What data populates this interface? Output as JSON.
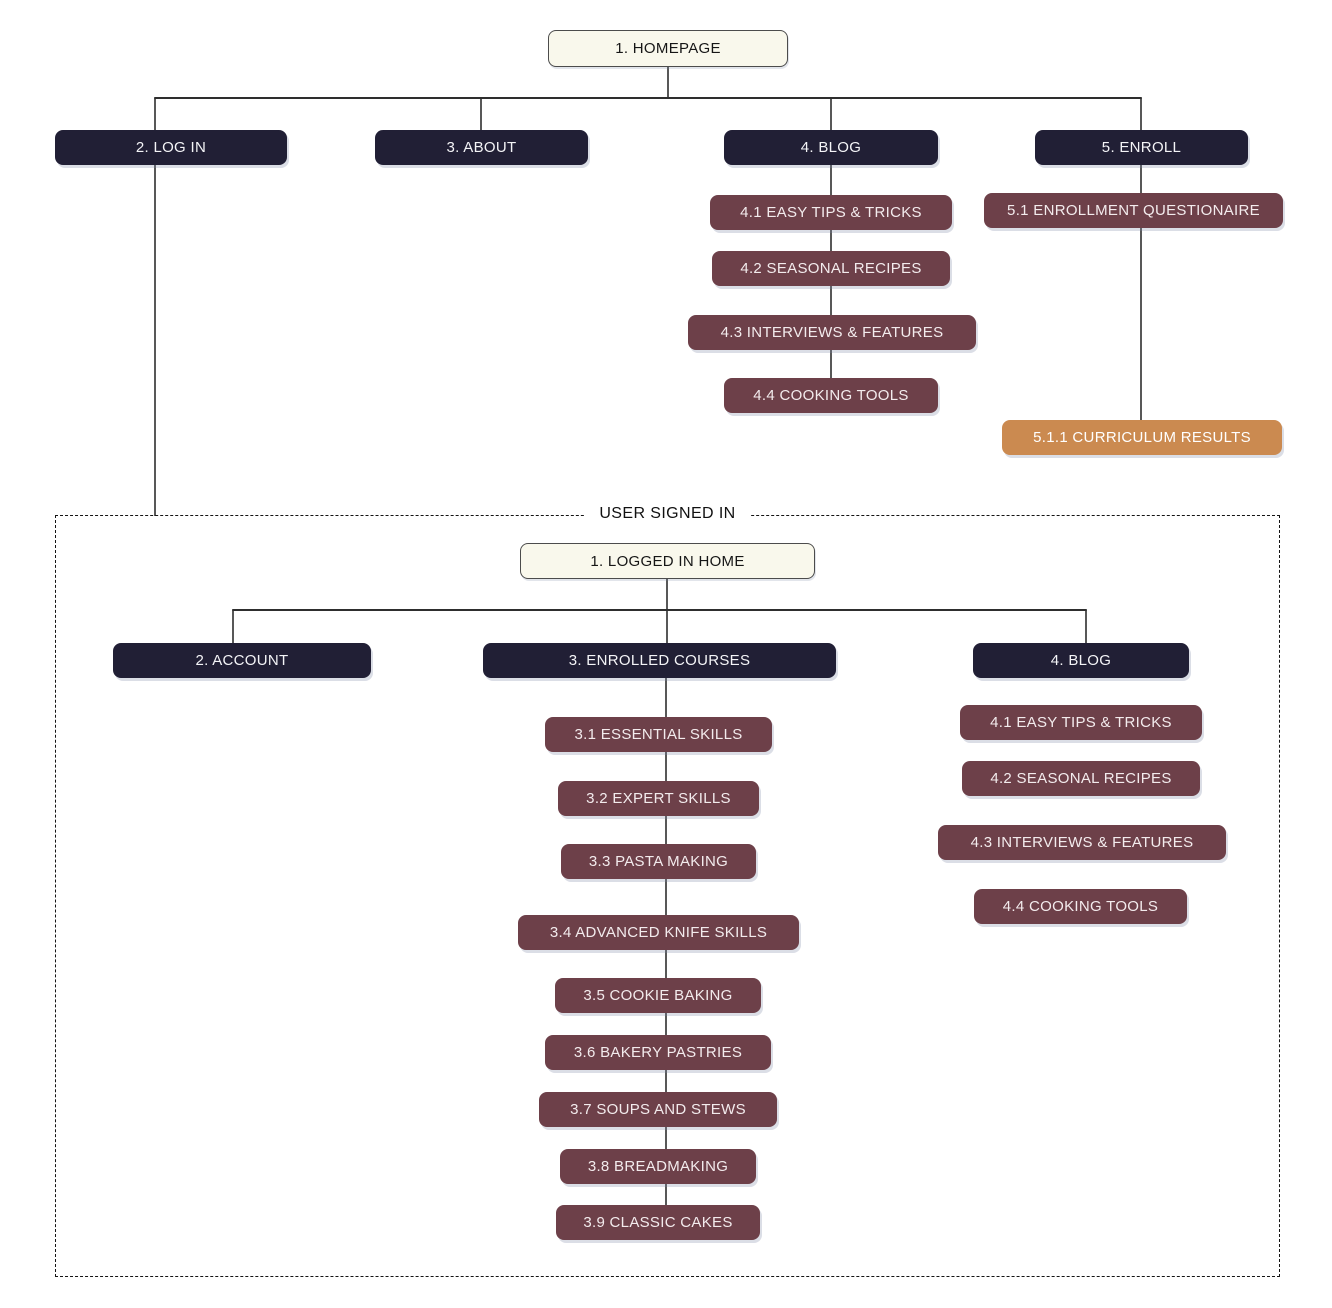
{
  "public_site": {
    "homepage": "1. HOMEPAGE",
    "login": "2. LOG IN",
    "about": "3. ABOUT",
    "blog": "4. BLOG",
    "enroll": "5. ENROLL",
    "blog_children": [
      "4.1 EASY TIPS & TRICKS",
      "4.2 SEASONAL RECIPES",
      "4.3 INTERVIEWS & FEATURES",
      "4.4 COOKING TOOLS"
    ],
    "enroll_questionnaire": "5.1 ENROLLMENT QUESTIONAIRE",
    "curriculum_results": "5.1.1 CURRICULUM RESULTS"
  },
  "signed_in": {
    "section_label": "USER SIGNED IN",
    "home": "1. LOGGED IN HOME",
    "account": "2. ACCOUNT",
    "enrolled_courses": "3. ENROLLED COURSES",
    "blog": "4. BLOG",
    "courses": [
      "3.1 ESSENTIAL SKILLS",
      "3.2 EXPERT SKILLS",
      "3.3 PASTA MAKING",
      "3.4 ADVANCED KNIFE SKILLS",
      "3.5 COOKIE BAKING",
      "3.6 BAKERY PASTRIES",
      "3.7 SOUPS AND STEWS",
      "3.8 BREADMAKING",
      "3.9 CLASSIC CAKES"
    ],
    "blog_children": [
      "4.1 EASY TIPS & TRICKS",
      "4.2 SEASONAL RECIPES",
      "4.3 INTERVIEWS & FEATURES",
      "4.4 COOKING TOOLS"
    ]
  },
  "colors": {
    "primary_dark": "#211f35",
    "secondary_maroon": "#6d4049",
    "accent_orange": "#cb8a50",
    "root_cream": "#f9f8ec"
  }
}
